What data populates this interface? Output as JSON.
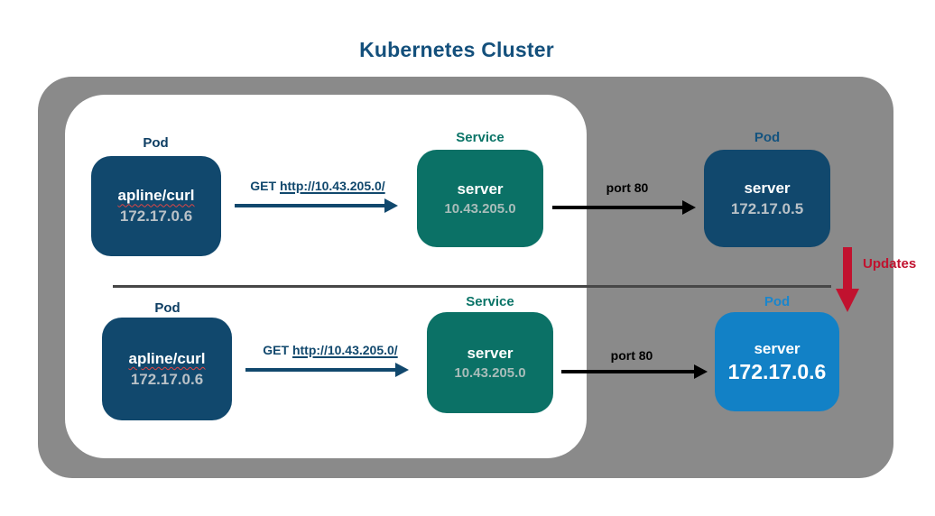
{
  "title": "Kubernetes Cluster",
  "updates_label": "Updates",
  "palette": {
    "cluster_bg": "#8a8a8a",
    "inner_bg": "#ffffff",
    "pod_dark": "#11486d",
    "service_teal": "#0b7166",
    "pod_bright": "#1281c6",
    "title_navy": "#14507c",
    "request_navy": "#11486d",
    "updates_red": "#c1122f",
    "arrow_black": "#000000",
    "divider_gray": "#474747"
  },
  "rows": [
    {
      "client_pod": {
        "label": "Pod",
        "name": "apline/curl",
        "ip": "172.17.0.6"
      },
      "request": {
        "method": "GET",
        "url": "http://10.43.205.0/"
      },
      "service": {
        "label": "Service",
        "name": "server",
        "ip": "10.43.205.0"
      },
      "port_label": "port 80",
      "server_pod": {
        "label": "Pod",
        "name": "server",
        "ip": "172.17.0.5"
      }
    },
    {
      "client_pod": {
        "label": "Pod",
        "name": "apline/curl",
        "ip": "172.17.0.6"
      },
      "request": {
        "method": "GET",
        "url": "http://10.43.205.0/"
      },
      "service": {
        "label": "Service",
        "name": "server",
        "ip": "10.43.205.0"
      },
      "port_label": "port 80",
      "server_pod": {
        "label": "Pod",
        "name": "server",
        "ip": "172.17.0.6"
      }
    }
  ]
}
